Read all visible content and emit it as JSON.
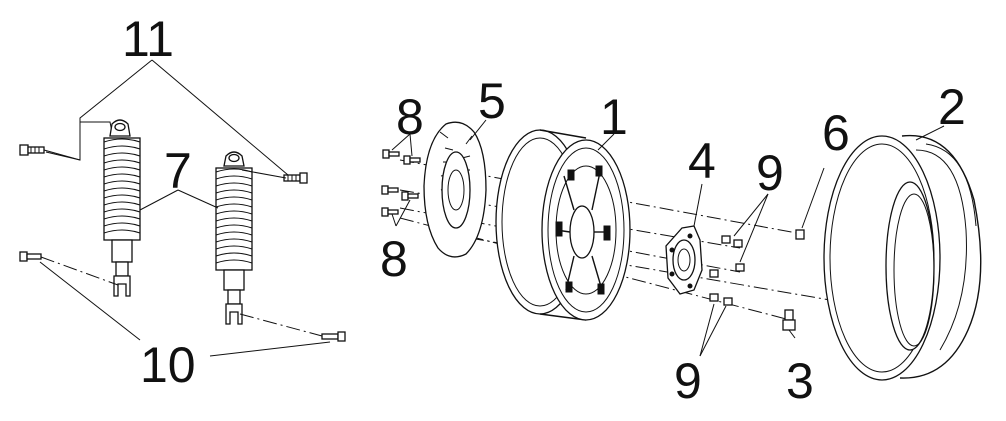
{
  "callouts": {
    "c1": "1",
    "c2": "2",
    "c3": "3",
    "c4": "4",
    "c5": "5",
    "c6": "6",
    "c7": "7",
    "c8a": "8",
    "c8b": "8",
    "c9a": "9",
    "c9b": "9",
    "c10": "10",
    "c11": "11"
  },
  "colors": {
    "ink": "#111111",
    "background": "#ffffff"
  }
}
